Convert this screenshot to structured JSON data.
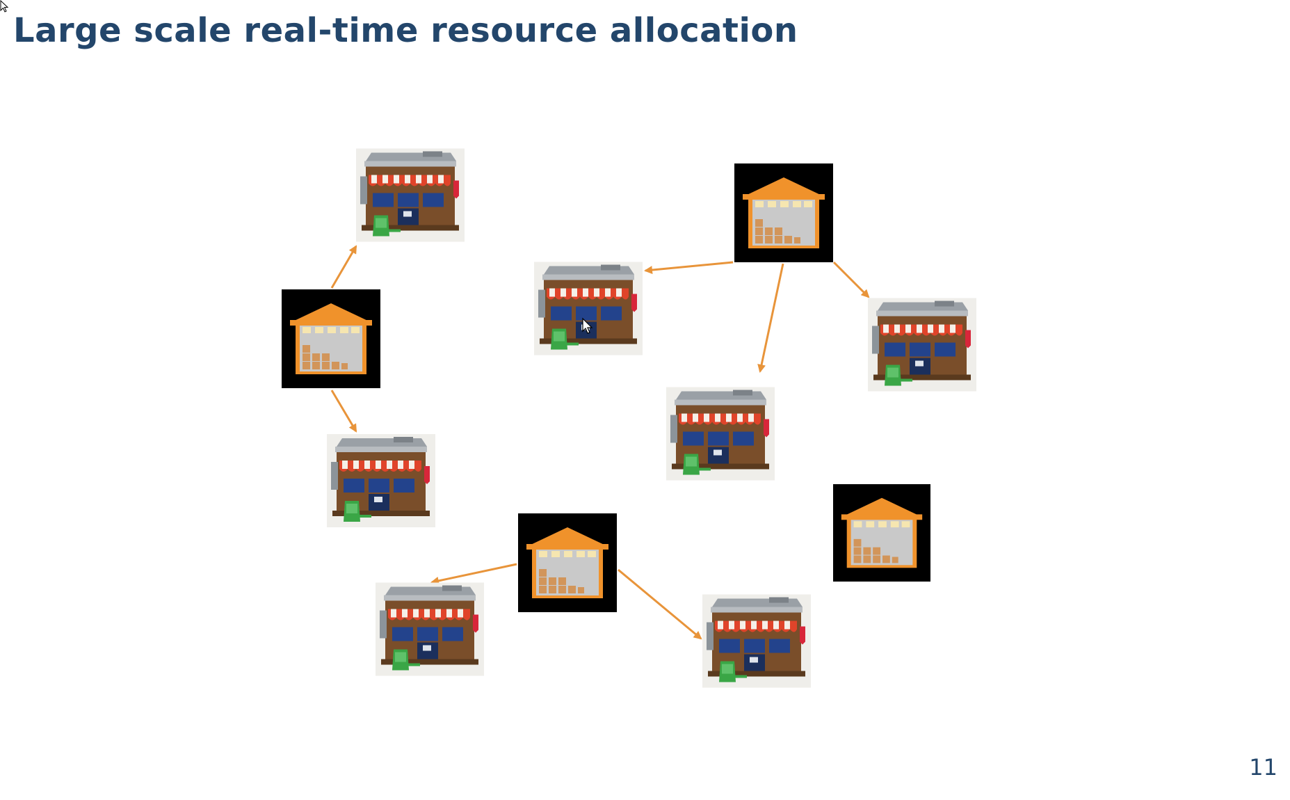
{
  "slide": {
    "title": "Large scale real-time resource allocation",
    "page_number": "11"
  },
  "diagram": {
    "warehouses": [
      {
        "id": "warehouse-1"
      },
      {
        "id": "warehouse-2"
      },
      {
        "id": "warehouse-3"
      },
      {
        "id": "warehouse-4"
      }
    ],
    "stores": [
      {
        "id": "store-1"
      },
      {
        "id": "store-2"
      },
      {
        "id": "store-3"
      },
      {
        "id": "store-4"
      },
      {
        "id": "store-5"
      },
      {
        "id": "store-6"
      },
      {
        "id": "store-7"
      }
    ],
    "edges": [
      {
        "from": "warehouse-1",
        "to": "store-1"
      },
      {
        "from": "warehouse-1",
        "to": "store-2"
      },
      {
        "from": "warehouse-2",
        "to": "store-3"
      },
      {
        "from": "warehouse-2",
        "to": "store-4"
      },
      {
        "from": "warehouse-2",
        "to": "store-5"
      },
      {
        "from": "warehouse-3",
        "to": "store-6"
      },
      {
        "from": "warehouse-3",
        "to": "store-7"
      }
    ],
    "colors": {
      "arrow": "#e8943a",
      "warehouse_bg": "#000000",
      "warehouse_roof": "#f0922b",
      "warehouse_wall": "#c9c9c9",
      "store_awning_red": "#e0442a",
      "store_awning_white": "#f5f0e8",
      "store_wall": "#7a4e2a",
      "store_window": "#23438c",
      "store_sign_green": "#3aa646",
      "title": "#23466b"
    }
  }
}
